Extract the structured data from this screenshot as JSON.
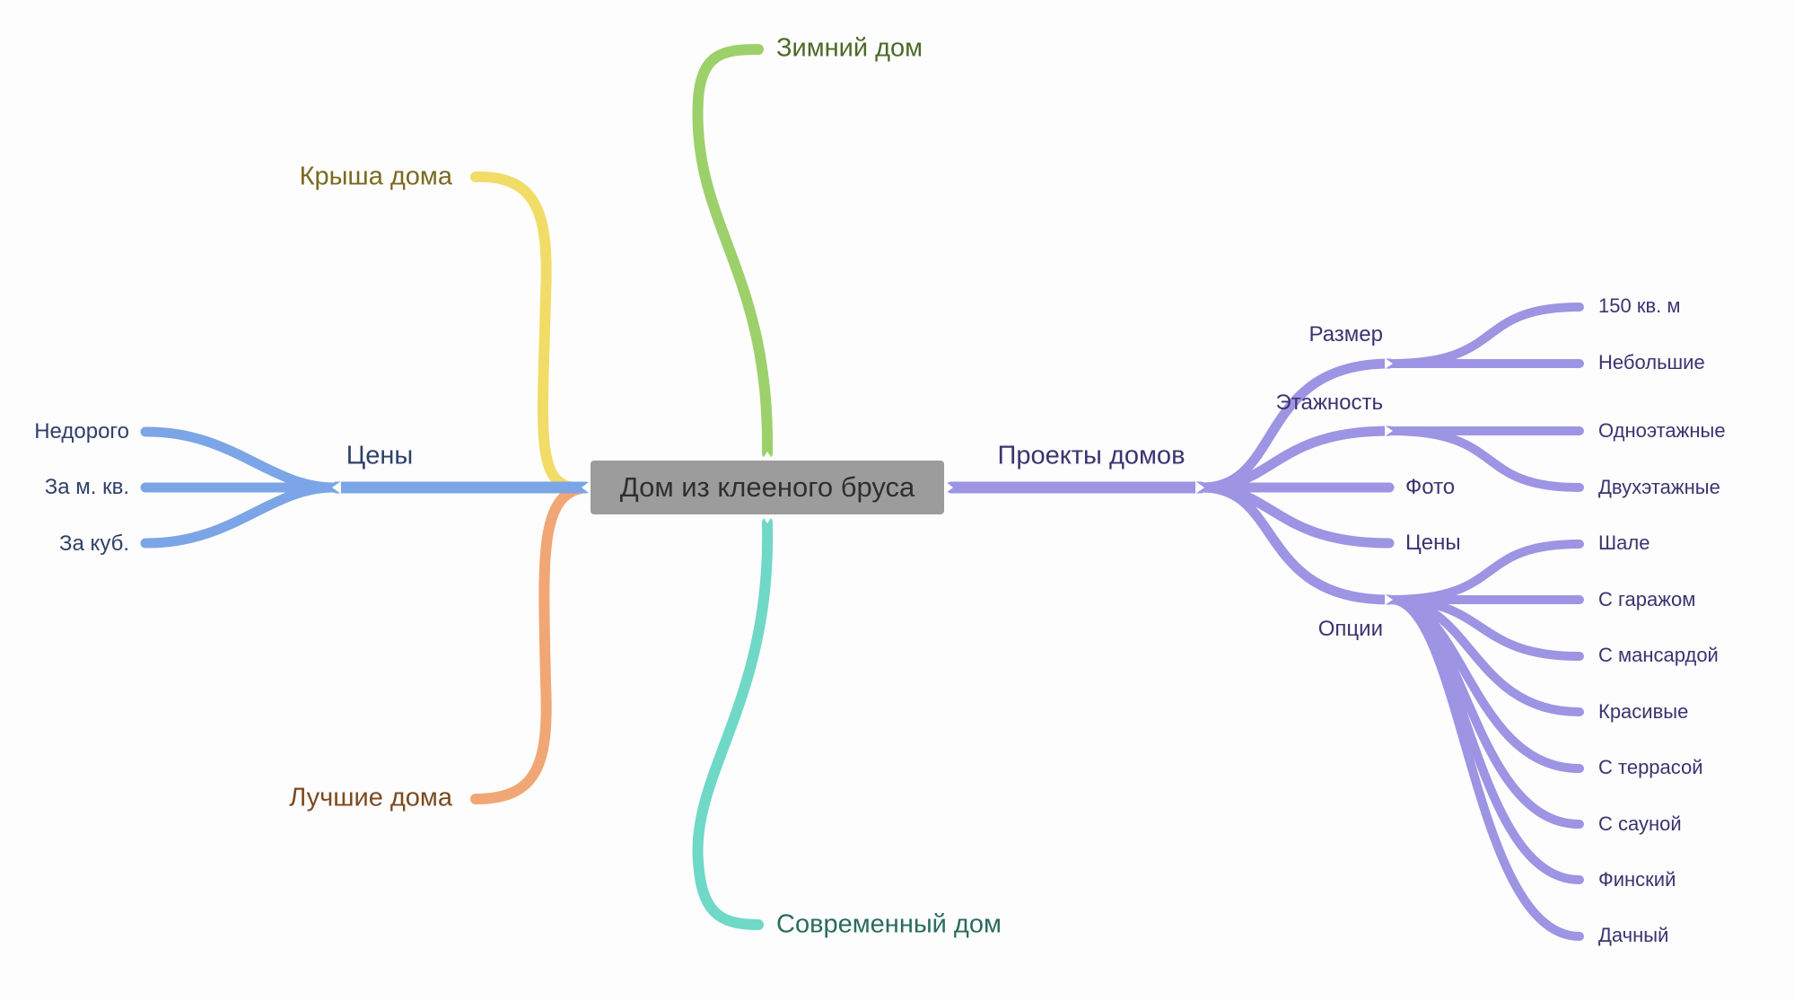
{
  "central": {
    "label": "Дом из клееного бруса"
  },
  "colors": {
    "green": "#9cd06a",
    "yellow": "#f1dc68",
    "orange": "#f1a675",
    "teal": "#6fd8c7",
    "blue": "#7ba5e6",
    "purple": "#9d94e3",
    "green_text": "#4b6a28",
    "yellow_text": "#7a6a1f",
    "orange_text": "#7a4a1e",
    "teal_text": "#2a6b5e",
    "blue_text": "#2e3f6a",
    "purple_text": "#3a3470"
  },
  "branches": {
    "winter": {
      "label": "Зимний дом"
    },
    "roof": {
      "label": "Крыша дома"
    },
    "best": {
      "label": "Лучшие дома"
    },
    "modern": {
      "label": "Современный дом"
    },
    "prices": {
      "label": "Цены",
      "children": [
        "Недорого",
        "За м. кв.",
        "За куб."
      ]
    },
    "projects": {
      "label": "Проекты домов",
      "size": {
        "label": "Размер",
        "children": [
          "150 кв. м",
          "Небольшие"
        ]
      },
      "floors": {
        "label": "Этажность",
        "children": [
          "Одноэтажные",
          "Двухэтажные"
        ]
      },
      "photo": {
        "label": "Фото"
      },
      "prices": {
        "label": "Цены"
      },
      "options": {
        "label": "Опции",
        "children": [
          "Шале",
          "С гаражом",
          "С мансардой",
          "Красивые",
          "С террасой",
          "С сауной",
          "Финский",
          "Дачный"
        ]
      }
    }
  }
}
